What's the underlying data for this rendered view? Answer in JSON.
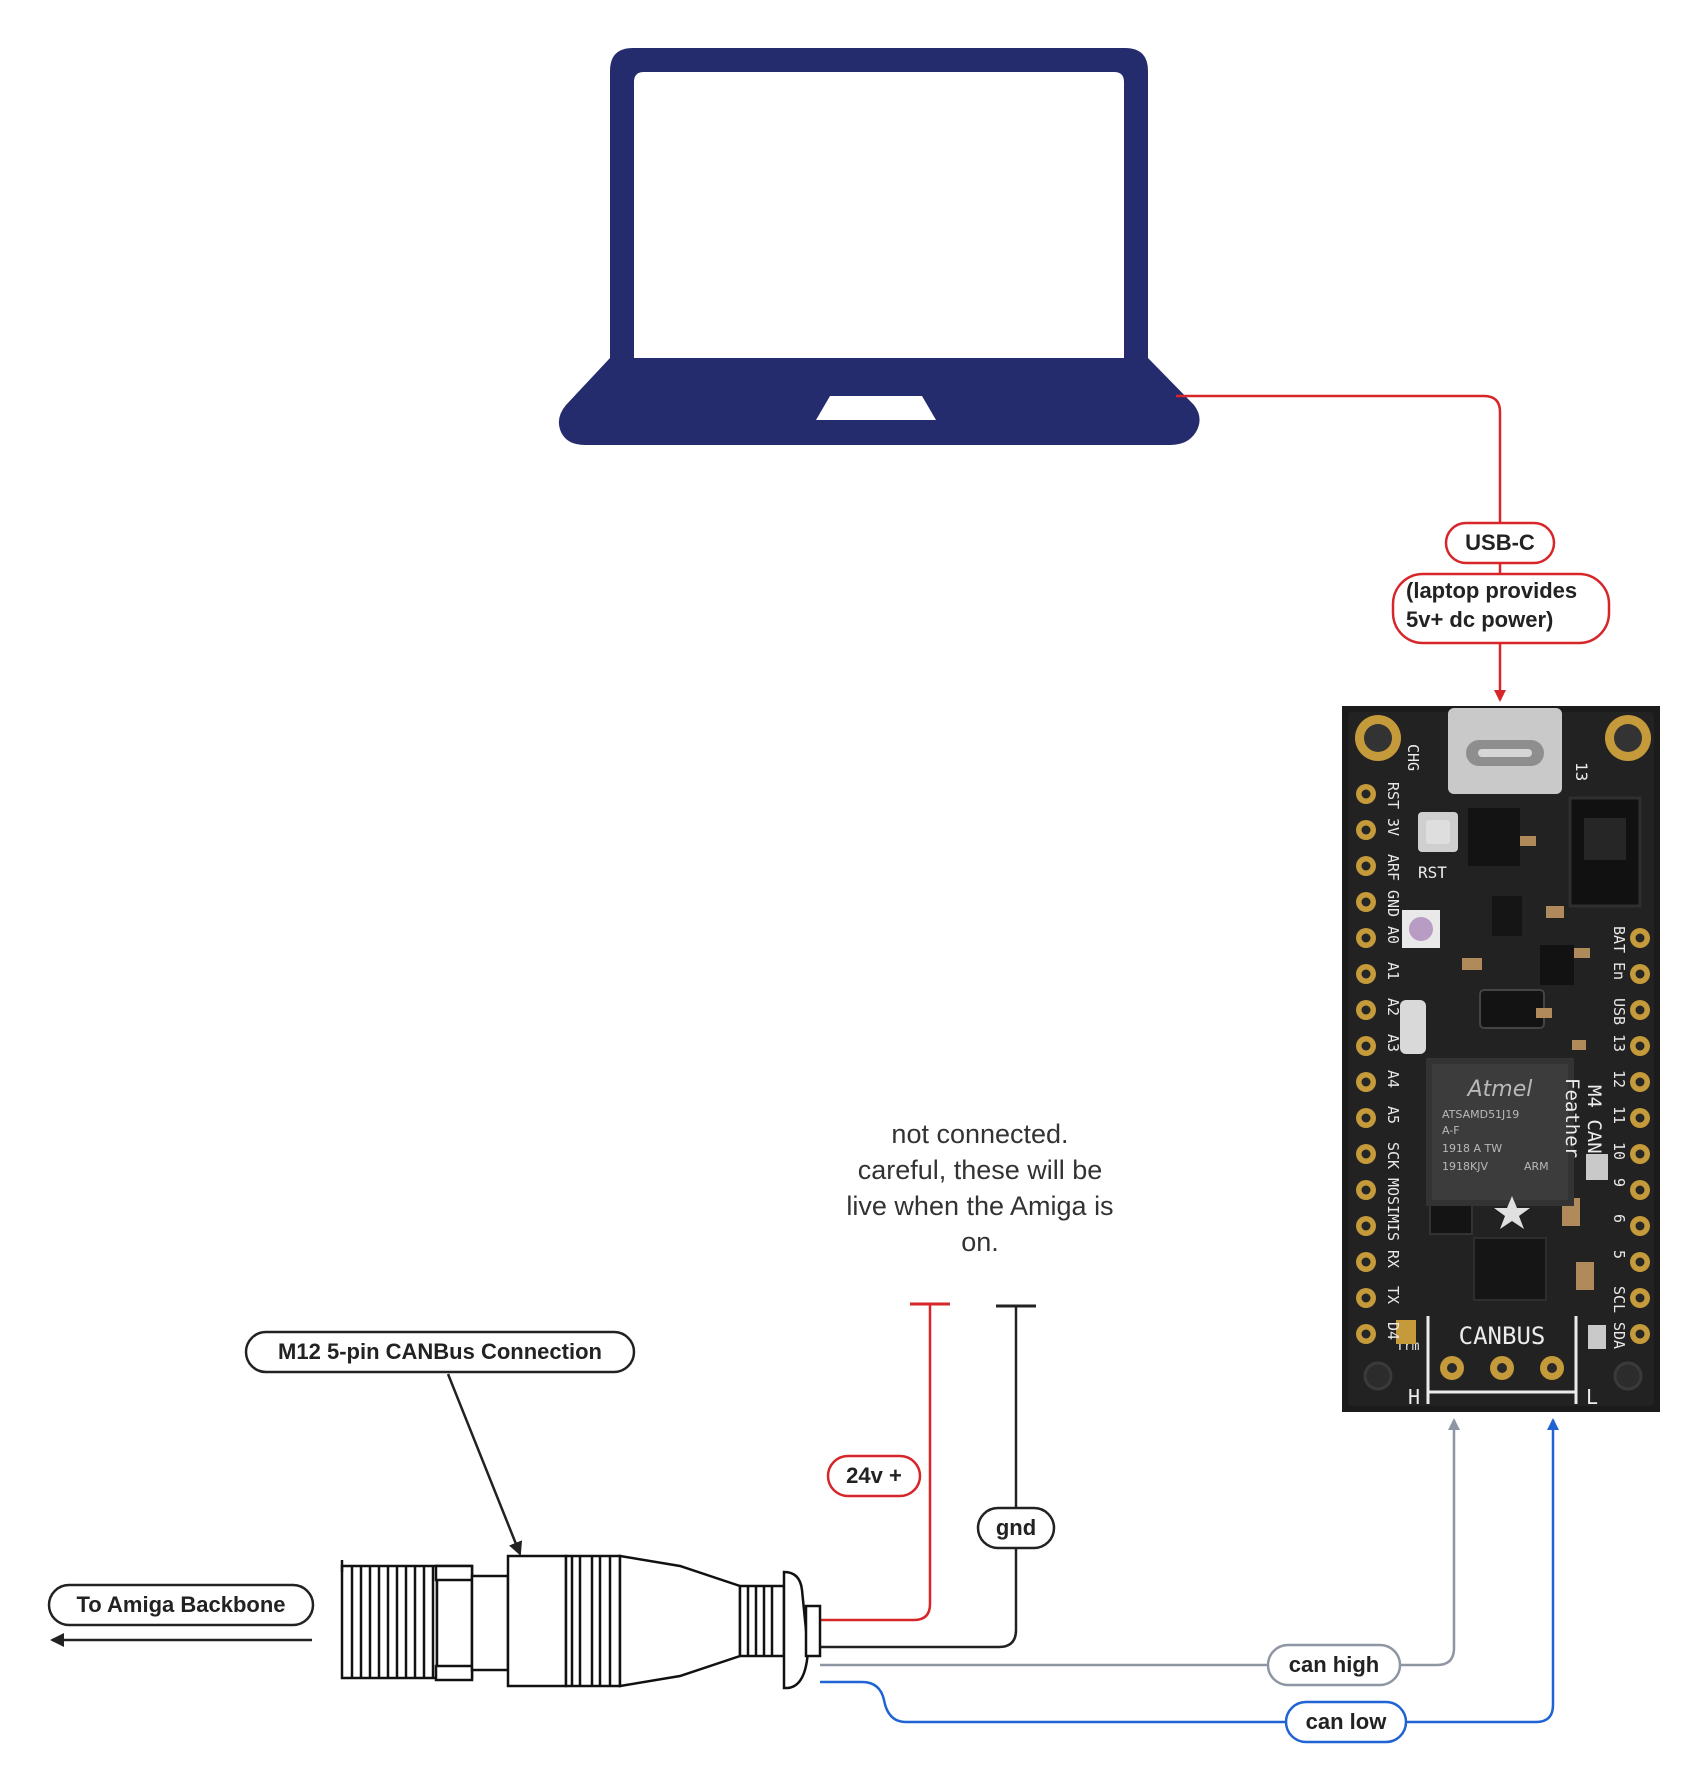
{
  "colors": {
    "laptop": "#252c6e",
    "power_wire": "#d7262a",
    "ground_wire": "#222222",
    "can_high_wire": "#8f96a3",
    "can_low_wire": "#1f64d2",
    "pill_border_default": "#222222",
    "pill_border_red": "#d7262a",
    "pill_border_blue": "#1f64d2",
    "pill_border_gray": "#8f96a3",
    "pcb": "#1b1b1b",
    "silkscreen": "#ececec",
    "gold": "#c49a3a"
  },
  "labels": {
    "usb_c": "USB-C",
    "laptop_power_line1": "(laptop provides",
    "laptop_power_line2": "5v+ dc power)",
    "m12_connection": "M12 5-pin CANBus Connection",
    "to_amiga": "To Amiga Backbone",
    "v24": "24v +",
    "gnd": "gnd",
    "can_high": "can high",
    "can_low": "can low"
  },
  "note": {
    "line1": "not connected.",
    "line2": "careful, these will be",
    "line3": "live when the Amiga is",
    "line4": "on."
  },
  "board": {
    "left_pins": [
      "RST",
      "3V",
      "ARF",
      "GND",
      "A0",
      "A1",
      "A2",
      "A3",
      "A4",
      "A5",
      "SCK",
      "MOSI",
      "MIS",
      "RX",
      "TX",
      "D4"
    ],
    "right_pins": [
      "BAT",
      "En",
      "USB",
      "13",
      "12",
      "11",
      "10",
      "9",
      "6",
      "5",
      "SCL",
      "SDA"
    ],
    "chg": "CHG",
    "rst_button": "RST",
    "pin13": "13",
    "chip_brand": "Atmel",
    "chip_model": "ATSAMD51J19",
    "chip_rev": "A-F",
    "chip_code1": "1918 A TW",
    "chip_code2": "1918KJV",
    "chip_arm": "ARM",
    "board_name1": "M4 CAN",
    "board_name2": "Feather",
    "canbus": "CANBUS",
    "h_label": "H",
    "l_label": "L",
    "trm": "Trm"
  }
}
